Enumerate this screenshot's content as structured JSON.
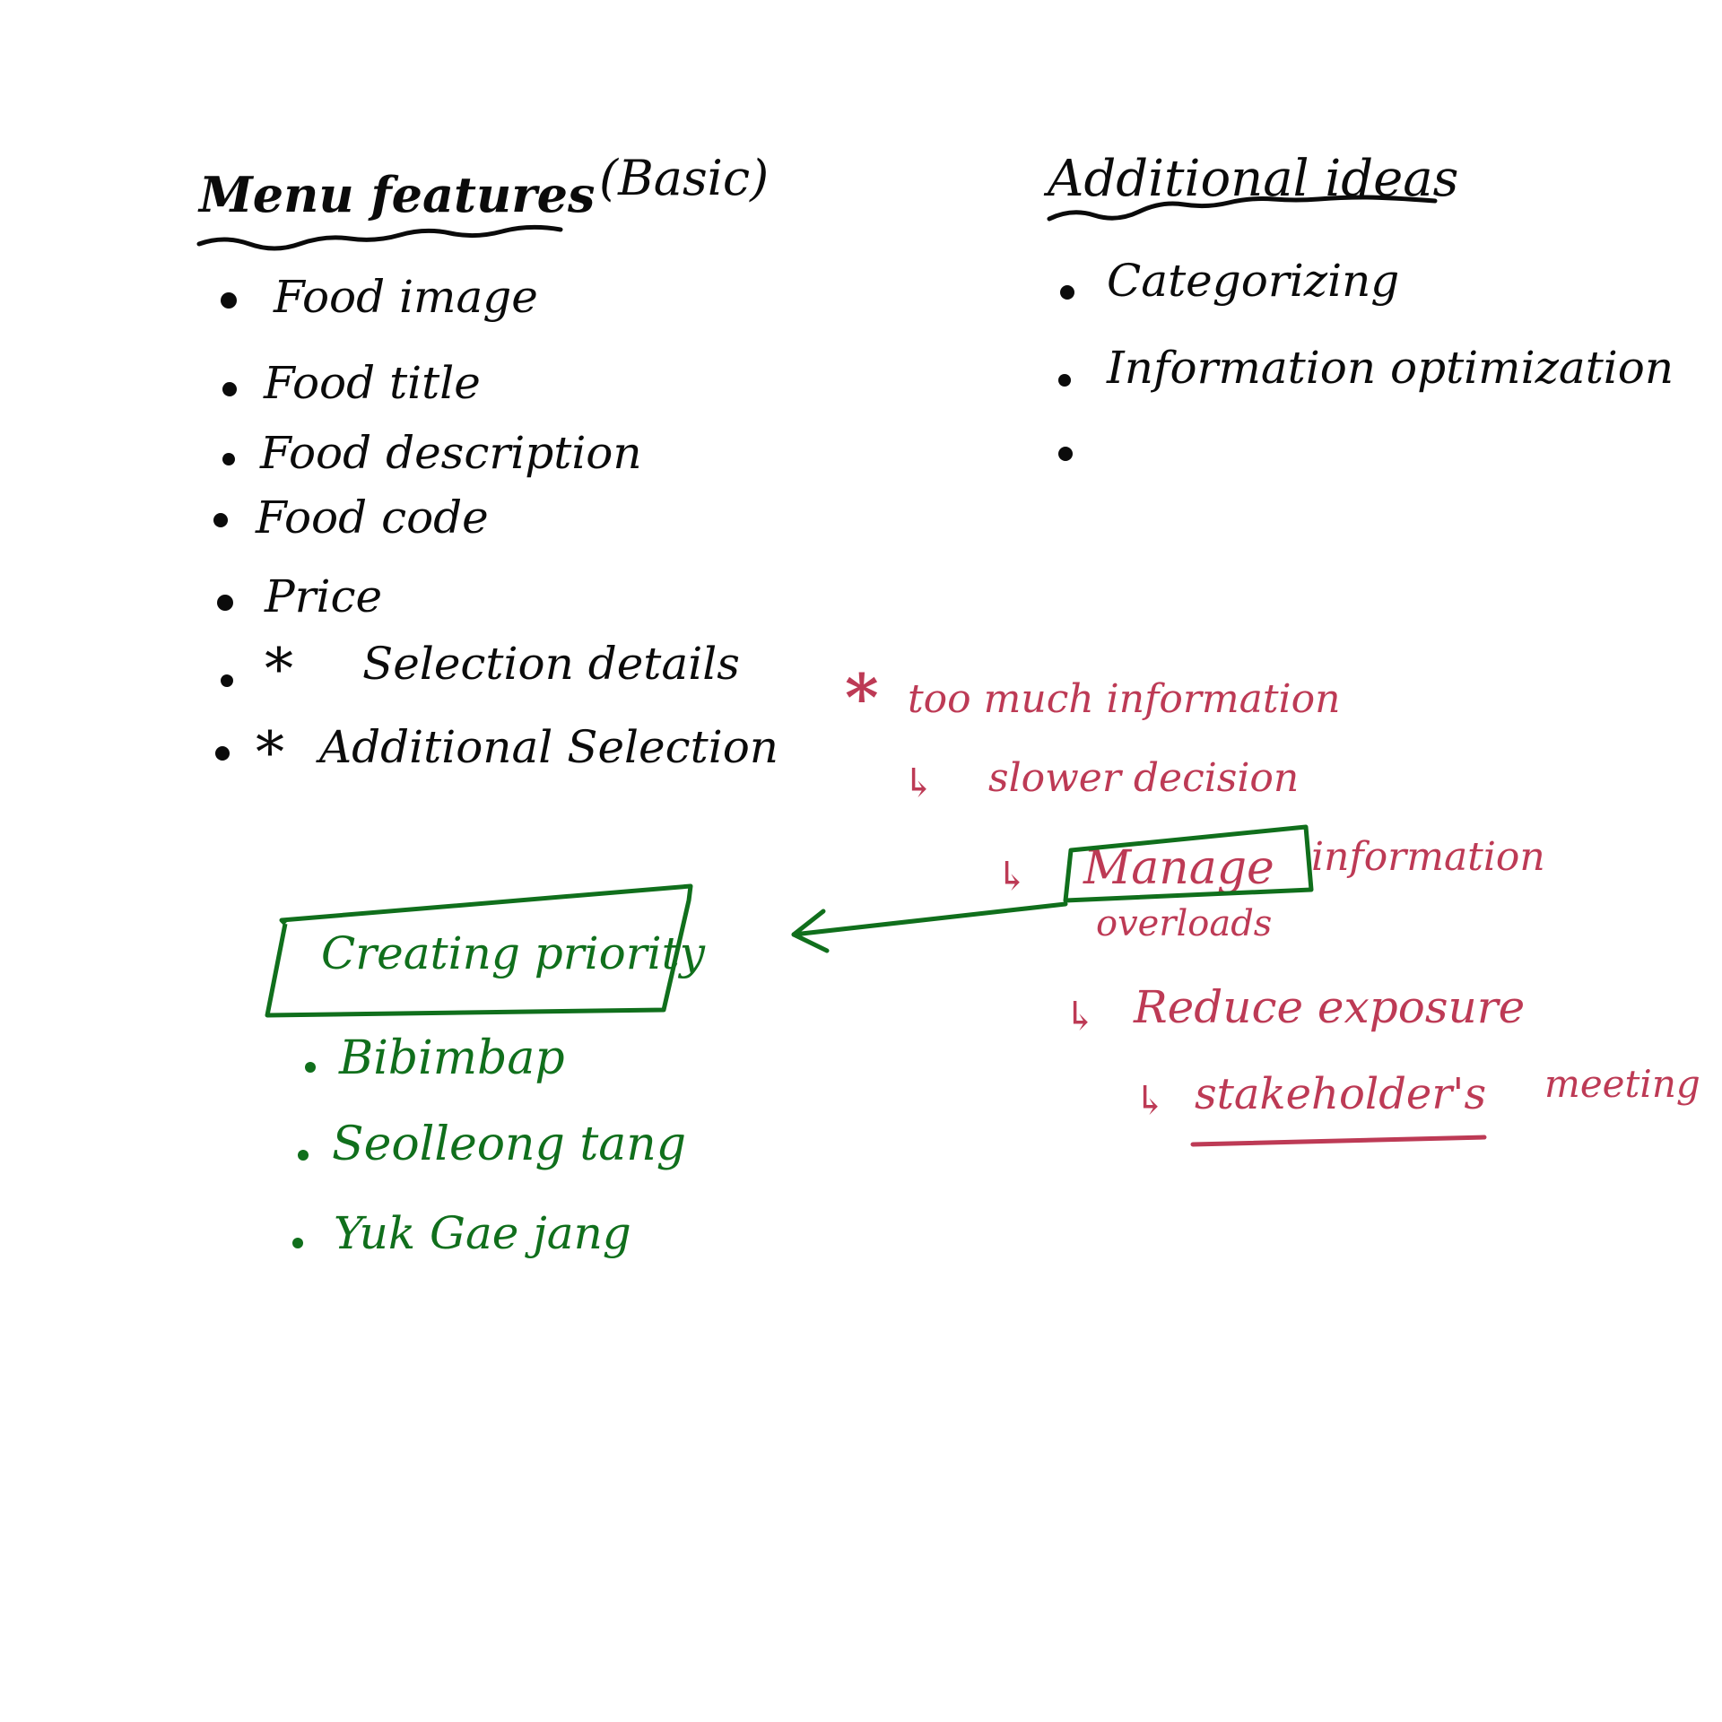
{
  "colors": {
    "ink": "#0b0b0b",
    "green": "#106f1c",
    "red": "#bd3a55"
  },
  "left_column": {
    "title": "Menu features",
    "title_suffix": "(Basic)",
    "items": [
      {
        "text": "Food image"
      },
      {
        "text": "Food title"
      },
      {
        "text": "Food description"
      },
      {
        "text": "Food code"
      },
      {
        "text": "Price"
      },
      {
        "text": "Selection details",
        "mark": "*"
      },
      {
        "text": "Additional Selection",
        "mark": "*"
      }
    ]
  },
  "right_column": {
    "title": "Additional ideas",
    "items": [
      {
        "text": "Categorizing"
      },
      {
        "text": "Information optimization"
      },
      {
        "text": ""
      }
    ]
  },
  "problem_notes": {
    "mark": "*",
    "title": "too much information",
    "arrow": "↳",
    "chain": [
      {
        "text": "slower decision"
      },
      {
        "boxed": "Manage",
        "text": "information",
        "continuation": "overloads"
      },
      {
        "text": "Reduce exposure"
      },
      {
        "text": "stakeholder's",
        "rest": "meeting"
      }
    ]
  },
  "priority": {
    "title": "Creating priority",
    "items": [
      "Bibimbap",
      "Seolleong tang",
      "Yuk Gae jang"
    ]
  }
}
